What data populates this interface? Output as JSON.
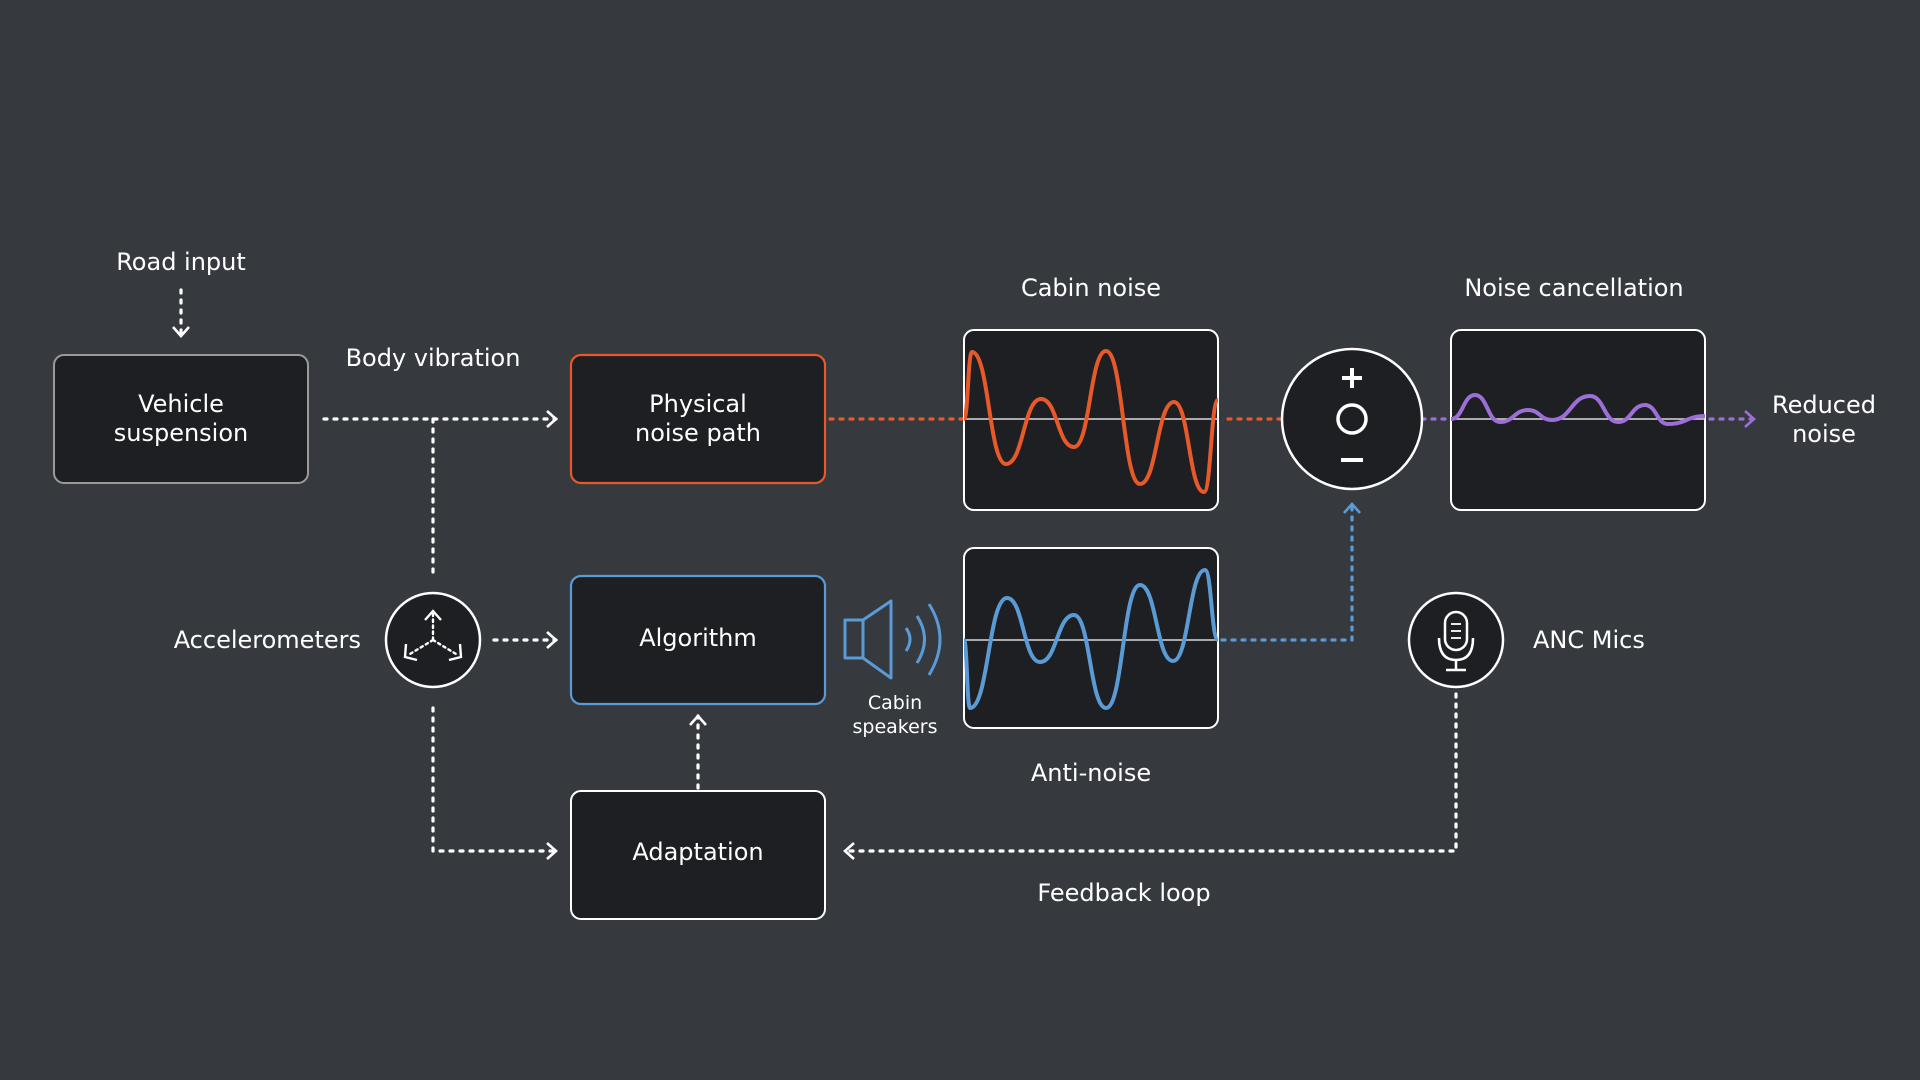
{
  "labels": {
    "road_input": "Road input",
    "body_vibration": "Body vibration",
    "cabin_noise": "Cabin noise",
    "noise_cancellation": "Noise cancellation",
    "reduced_noise_line1": "Reduced",
    "reduced_noise_line2": "noise",
    "accelerometers": "Accelerometers",
    "anc_mics": "ANC Mics",
    "cabin_speakers_line1": "Cabin",
    "cabin_speakers_line2": "speakers",
    "anti_noise": "Anti-noise",
    "feedback_loop": "Feedback loop"
  },
  "boxes": {
    "vehicle_suspension_line1": "Vehicle",
    "vehicle_suspension_line2": "suspension",
    "physical_noise_path_line1": "Physical",
    "physical_noise_path_line2": "noise path",
    "algorithm": "Algorithm",
    "adaptation": "Adaptation"
  },
  "icons": {
    "summing_junction": "summing-junction-icon",
    "accelerometer": "accelerometer-icon",
    "microphone": "microphone-icon",
    "speaker": "speaker-icon"
  },
  "colors": {
    "background": "#363a3f",
    "box_fill": "#1e1f22",
    "noise_orange": "#e8592a",
    "anti_noise_blue": "#5b9bd5",
    "reduced_purple": "#9b6fd6",
    "white": "#ffffff",
    "grey_border": "#9a9a9a"
  }
}
